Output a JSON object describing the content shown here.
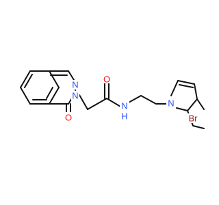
{
  "molecule": {
    "atoms": {
      "n_pyridazine": {
        "label": "N",
        "color": "#3050F8"
      },
      "n_ring": {
        "label": "N",
        "color": "#3050F8"
      },
      "o_ketone": {
        "label": "O",
        "color": "#FF0D0D"
      },
      "o_amide": {
        "label": "O",
        "color": "#FF0D0D"
      },
      "nh_amide": {
        "label": "N",
        "color": "#3050F8"
      },
      "h_amide": {
        "label": "H",
        "color": "#3050F8"
      },
      "n_indole": {
        "label": "N",
        "color": "#3050F8"
      },
      "br": {
        "label": "Br",
        "color": "#A62929"
      }
    },
    "bond_color": "#111111"
  }
}
